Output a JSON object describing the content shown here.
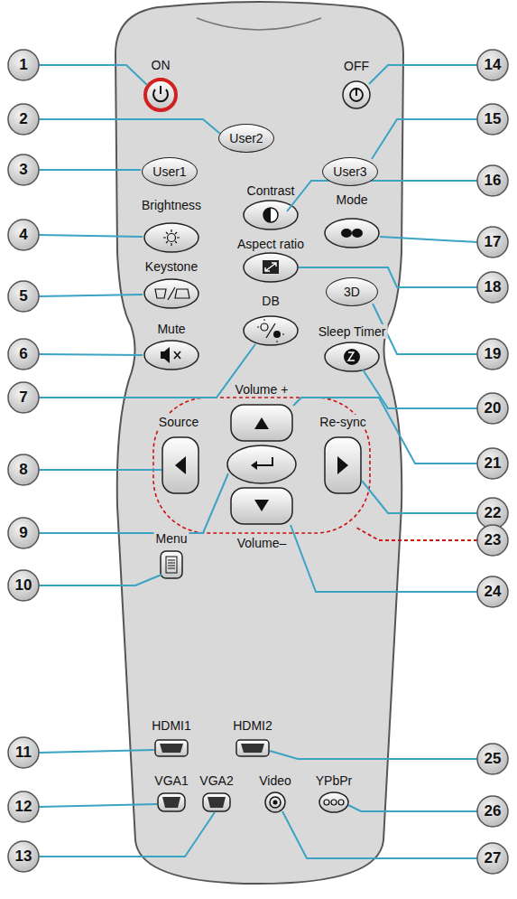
{
  "diagram": {
    "nodes": [
      {
        "text": [
          "User2"
        ]
      },
      {
        "text": [
          "User1"
        ]
      },
      {
        "text": [
          "User3"
        ]
      },
      {
        "text": [
          "3D"
        ]
      }
    ],
    "labels": [
      "1",
      "2",
      "3",
      "4",
      "5",
      "6",
      "7",
      "8",
      "9",
      "10",
      "11",
      "12",
      "13",
      "14",
      "15",
      "16",
      "17",
      "18",
      "19",
      "20",
      "21",
      "22",
      "23",
      "24",
      "25",
      "26",
      "27",
      "ON",
      "OFF",
      "Brightness",
      "Contrast",
      "Mode",
      "Aspect ratio",
      "Keystone",
      "DB",
      "Mute",
      "Sleep Timer",
      "Volume +",
      "Source",
      "Re-sync",
      "Menu",
      "Volume–",
      "HDMI1",
      "HDMI2",
      "VGA1",
      "VGA2",
      "Video",
      "YPbPr"
    ]
  }
}
